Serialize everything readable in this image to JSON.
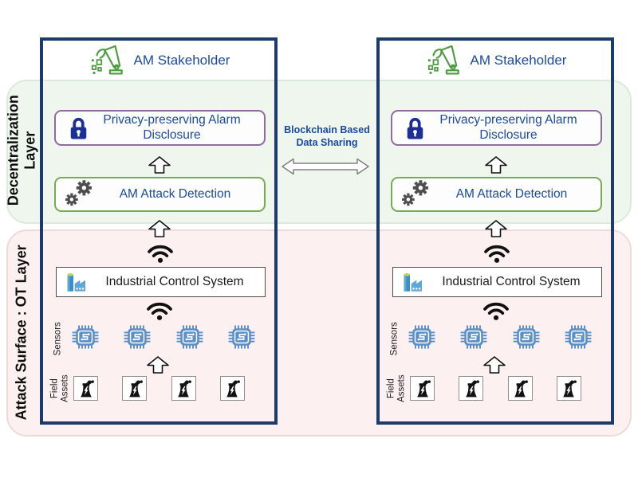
{
  "layers": {
    "decentralization": {
      "line1": "Decentralization",
      "line2": "Layer"
    },
    "attack_surface": {
      "label": "Attack Surface : OT Layer"
    }
  },
  "blockchain_link": {
    "line1": "Blockchain Based",
    "line2": "Data Sharing"
  },
  "columns": [
    {
      "stakeholder_label": "AM Stakeholder",
      "privacy_disclosure": {
        "line1": "Privacy-preserving Alarm",
        "line2": "Disclosure"
      },
      "attack_detection_label": "AM Attack Detection",
      "ics_label": "Industrial Control System",
      "sensors_label": "Sensors",
      "field_assets_label": {
        "line1": "Field",
        "line2": "Assets"
      },
      "sensor_count": 4,
      "field_asset_count": 4
    },
    {
      "stakeholder_label": "AM Stakeholder",
      "privacy_disclosure": {
        "line1": "Privacy-preserving Alarm",
        "line2": "Disclosure"
      },
      "attack_detection_label": "AM Attack Detection",
      "ics_label": "Industrial Control System",
      "sensors_label": "Sensors",
      "field_assets_label": {
        "line1": "Field",
        "line2": "Assets"
      },
      "sensor_count": 4,
      "field_asset_count": 4
    }
  ],
  "icons": {
    "robot-arm-icon": "green robotic arm stacking cubes",
    "lock-icon": "navy padlock",
    "gears-icon": "two dark gray gears",
    "up-arrow-icon": "hollow upward block arrow",
    "double-arrow-icon": "hollow horizontal double-headed arrow",
    "wifi-icon": "black wireless signal",
    "factory-icon": "blue factory with green-capped silo",
    "sensor-chip-icon": "blue microchip with circuit trace",
    "power-plant-icon": "black power plant with lightning bolt"
  },
  "colors": {
    "column_border": "#1c3a6a",
    "text_blue": "#1b4a9e",
    "privacy_border": "#8f6ba1",
    "detection_border": "#76ad4e",
    "decentralization_band": "#eef6ee",
    "ot_band": "#fcf1f0",
    "robot_green": "#4e9b41",
    "lock_navy": "#1c2f96",
    "gear_gray": "#4d4d4d",
    "chip_blue": "#5b8fc9",
    "factory_blue": "#5ea7d8"
  }
}
